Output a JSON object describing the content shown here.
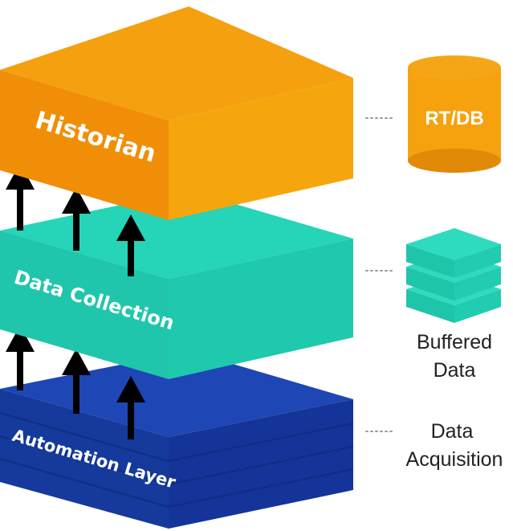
{
  "layers": {
    "historian": {
      "label": "Historian",
      "colors": {
        "top": "#F5A00F",
        "front": "#F08F07",
        "side": "#F6A60D"
      }
    },
    "data_collection": {
      "label": "Data Collection",
      "colors": {
        "top": "#26D4B7",
        "front": "#20C6AB",
        "side": "#1FC9AE"
      }
    },
    "automation": {
      "label": "Automation Layer",
      "colors": {
        "top": "#1E46B4",
        "front": "#153A9C",
        "side": "#15349A",
        "stripe": "#0D2672"
      }
    }
  },
  "arrow_color": "#000000",
  "side_items": {
    "rtdb": {
      "label": "RT/DB",
      "colors": {
        "body": "#F6A20E",
        "top": "#F5A617",
        "bottom": "#E08A08"
      }
    },
    "buffered": {
      "label_line1": "Buffered",
      "label_line2": "Data",
      "colors": {
        "top": "#2EDBBF",
        "front": "#1FC5A9",
        "side": "#22CCB0"
      }
    },
    "acquisition": {
      "label_line1": "Data",
      "label_line2": "Acquisition"
    }
  }
}
